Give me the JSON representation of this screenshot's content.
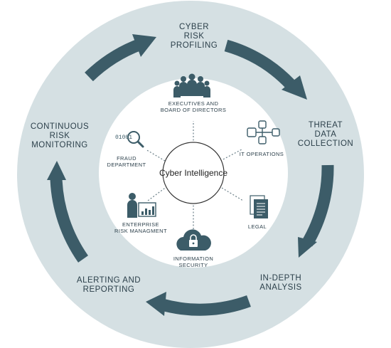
{
  "center": {
    "label": "Cyber Intelligence"
  },
  "cycle_steps": [
    {
      "lines": [
        "CYBER",
        "RISK",
        "PROFILING"
      ]
    },
    {
      "lines": [
        "THREAT",
        "DATA",
        "COLLECTION"
      ]
    },
    {
      "lines": [
        "IN-DEPTH",
        "ANALYSIS"
      ]
    },
    {
      "lines": [
        "ALERTING AND",
        "REPORTING"
      ]
    },
    {
      "lines": [
        "CONTINUOUS",
        "RISK",
        "MONITORING"
      ]
    }
  ],
  "stakeholders": [
    {
      "lines": [
        "EXECUTIVES AND",
        "BOARD OF DIRECTORS"
      ],
      "icon": "people-group-icon"
    },
    {
      "lines": [
        "IT OPERATIONS"
      ],
      "icon": "network-diagram-icon"
    },
    {
      "lines": [
        "LEGAL"
      ],
      "icon": "document-icon"
    },
    {
      "lines": [
        "INFORMATION",
        "SECURITY"
      ],
      "icon": "cloud-lock-icon"
    },
    {
      "lines": [
        "ENTERPRISE",
        "RISK MANAGMENT"
      ],
      "icon": "presenter-chart-icon"
    },
    {
      "lines": [
        "FRAUD",
        "DEPARTMENT"
      ],
      "icon": "magnifier-binary-icon"
    }
  ],
  "icon_text": {
    "binary": "01001"
  },
  "colors": {
    "ring": "#d5e0e3",
    "inner_disc": "#ffffff",
    "arrow": "#3c5c68",
    "text": "#2b3f4a",
    "dots": "#6a7f88"
  }
}
